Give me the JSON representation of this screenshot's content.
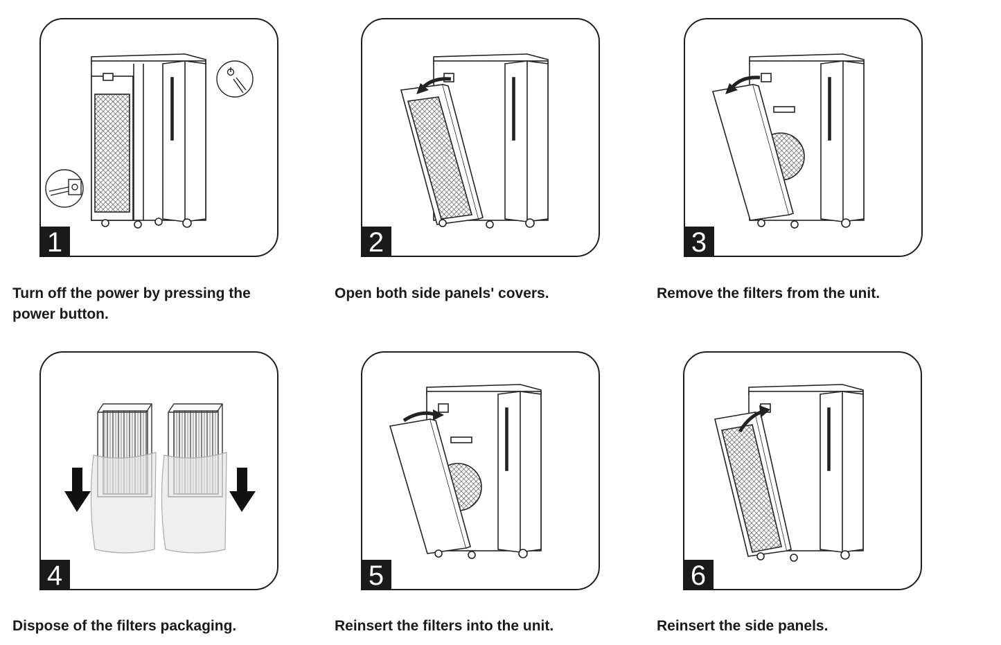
{
  "steps": [
    {
      "number": "1",
      "caption": "Turn off the power by pressing the power button."
    },
    {
      "number": "2",
      "caption": "Open both side panels' covers."
    },
    {
      "number": "3",
      "caption": "Remove the filters from the unit."
    },
    {
      "number": "4",
      "caption": "Dispose of the filters packaging."
    },
    {
      "number": "5",
      "caption": "Reinsert the filters into the unit."
    },
    {
      "number": "6",
      "caption": "Reinsert the side panels."
    }
  ]
}
